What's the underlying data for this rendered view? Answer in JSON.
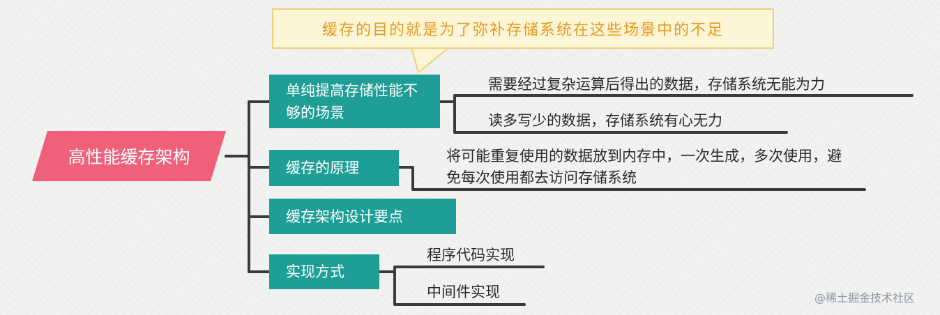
{
  "root": {
    "label": "高性能缓存架构"
  },
  "callout": {
    "text": "缓存的目的就是为了弥补存储系统在这些场景中的不足"
  },
  "branches": [
    {
      "label": "单纯提高存储性能不够的场景",
      "leaves": [
        "需要经过复杂运算后得出的数据，存储系统无能为力",
        "读多写少的数据，存储系统有心无力"
      ]
    },
    {
      "label": "缓存的原理",
      "leaves": [
        "将可能重复使用的数据放到内存中，一次生成，多次使用，避免每次使用都去访问存储系统"
      ]
    },
    {
      "label": "缓存架构设计要点",
      "leaves": []
    },
    {
      "label": "实现方式",
      "leaves": [
        "程序代码实现",
        "中间件实现"
      ]
    }
  ],
  "watermark": "@稀土掘金技术社区",
  "colors": {
    "root": "#f0607a",
    "topic": "#1f9e97",
    "connector": "#3a3a3a",
    "callout_fill": "#fdf6d6",
    "callout_border": "#f0cf7a",
    "callout_text": "#e39a22"
  }
}
